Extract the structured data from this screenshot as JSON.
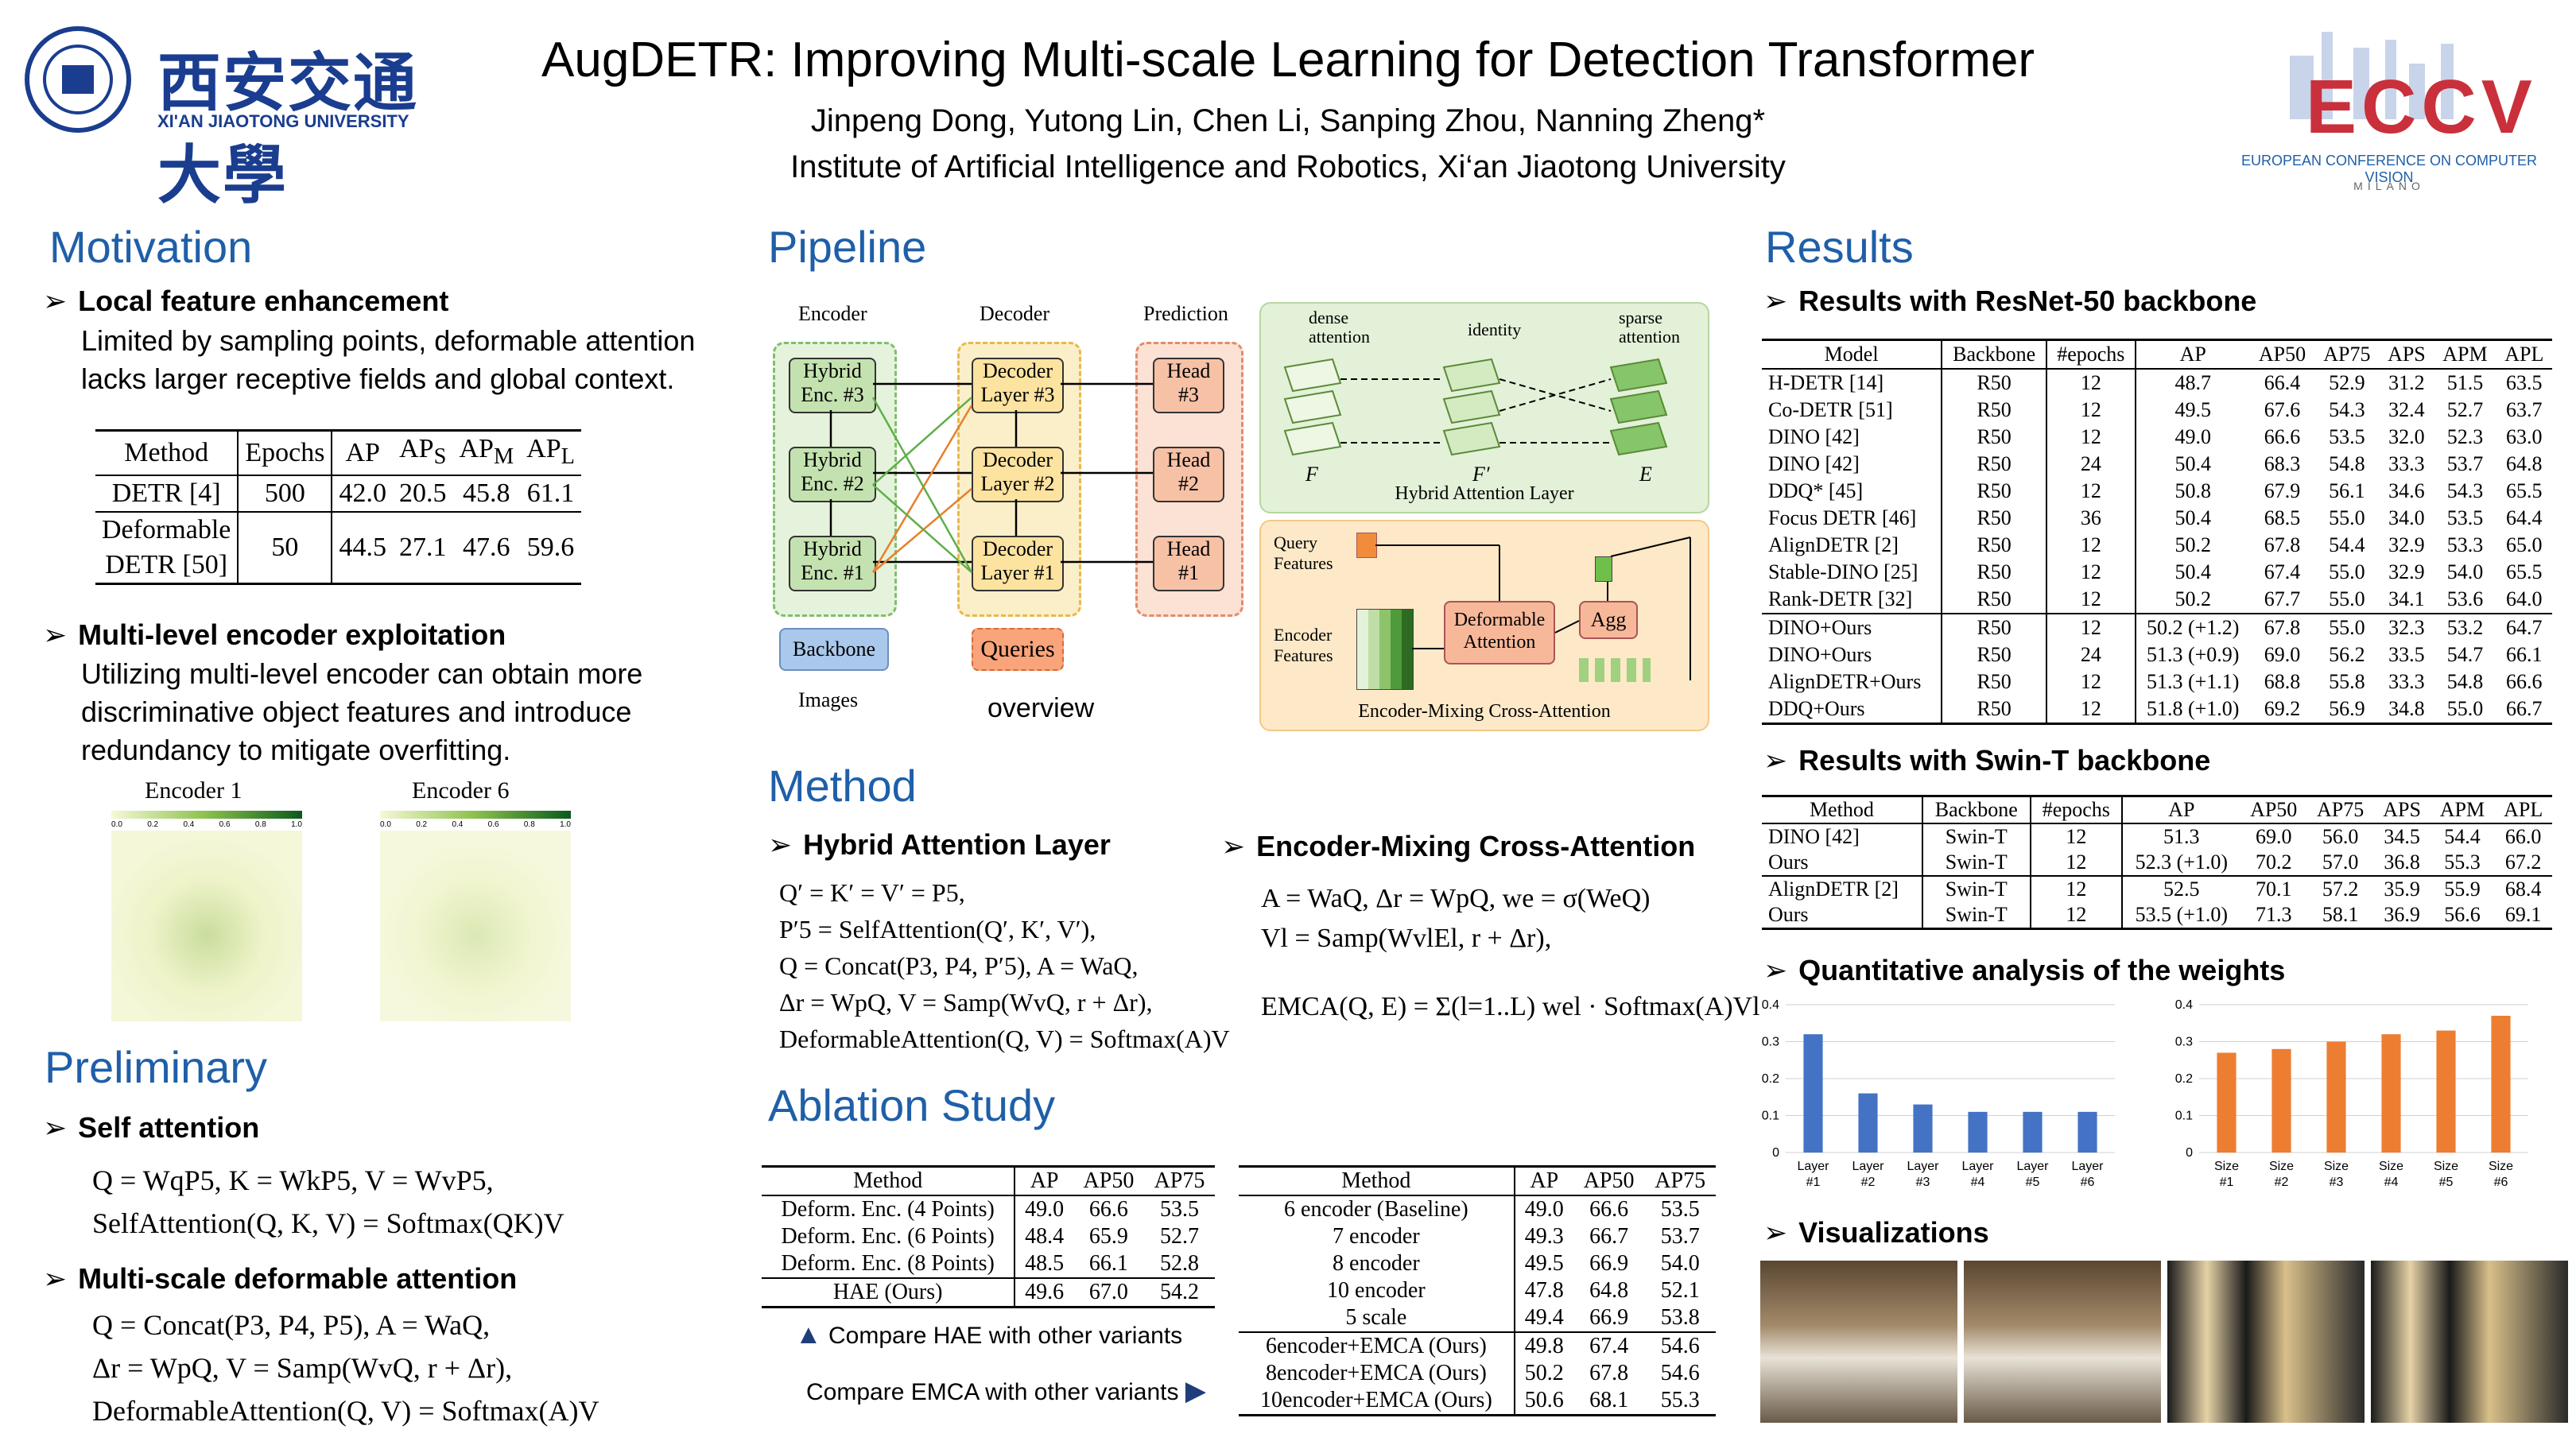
{
  "header": {
    "title": "AugDETR: Improving Multi-scale Learning for Detection Transformer",
    "authors": "Jinpeng Dong, Yutong Lin, Chen Li, Sanping Zhou, Nanning Zheng*",
    "affiliation": "Institute of Artificial Intelligence and Robotics, Xi‘an Jiaotong University",
    "university_cn": "西安交通大學",
    "university_en": "XI'AN JIAOTONG UNIVERSITY",
    "eccv_logo": "ECCV",
    "eccv_sub": "EUROPEAN CONFERENCE ON COMPUTER VISION",
    "eccv_city": "MILANO"
  },
  "motivation": {
    "title": "Motivation",
    "b1": "Local feature enhancement",
    "t1a": "Limited by sampling points, deformable attention",
    "t1b": "lacks larger receptive fields and global context.",
    "table": {
      "headers": [
        "Method",
        "Epochs",
        "AP",
        "AP",
        "AP",
        "AP"
      ],
      "subs": [
        "",
        "",
        "",
        "S",
        "M",
        "L"
      ],
      "r1": [
        "DETR [4]",
        "500",
        "42.0",
        "20.5",
        "45.8",
        "61.1"
      ],
      "r2a": "Deformable",
      "r2b": "DETR [50]",
      "r2": [
        "50",
        "44.5",
        "27.1",
        "47.6",
        "59.6"
      ]
    },
    "b2": "Multi-level encoder exploitation",
    "t2a": "Utilizing multi-level encoder can obtain more",
    "t2b": "discriminative object features and introduce",
    "t2c": "redundancy to mitigate overfitting.",
    "enc1": "Encoder 1",
    "enc6": "Encoder 6",
    "cbar": [
      "0.0",
      "0.2",
      "0.4",
      "0.6",
      "0.8",
      "1.0"
    ]
  },
  "preliminary": {
    "title": "Preliminary",
    "b1": "Self attention",
    "e1": "Q = WqP5, K = WkP5, V = WvP5,",
    "e2": "SelfAttention(Q, K, V) = Softmax(QK)V",
    "b2": "Multi-scale deformable attention",
    "e3": "Q = Concat(P3, P4, P5), A = WaQ,",
    "e4": "Δr = WpQ, V = Samp(WvQ, r + Δr),",
    "e5": "DeformableAttention(Q, V) = Softmax(A)V"
  },
  "pipeline": {
    "title": "Pipeline",
    "encoder": "Encoder",
    "decoder": "Decoder",
    "prediction": "Prediction",
    "hybrid": [
      "Hybrid",
      "Enc. #3",
      "Hybrid",
      "Enc. #2",
      "Hybrid",
      "Enc. #1"
    ],
    "dec": [
      "Decoder",
      "Layer #3",
      "Decoder",
      "Layer #2",
      "Decoder",
      "Layer #1"
    ],
    "head": [
      "Head",
      "#3",
      "Head",
      "#2",
      "Head",
      "#1"
    ],
    "backbone": "Backbone",
    "queries": "Queries",
    "images": "Images",
    "overview": "overview",
    "dense": "dense attention",
    "identity": "identity",
    "sparse": "sparse attention",
    "F": "F",
    "Fp": "F′",
    "E": "E",
    "hal": "Hybrid Attention Layer",
    "qf": "Query Features",
    "ef": "Encoder Features",
    "da": "Deformable Attention",
    "agg": "Agg",
    "emca": "Encoder-Mixing Cross-Attention"
  },
  "method": {
    "title": "Method",
    "b1": "Hybrid Attention Layer",
    "h1": "Q′ = K′ = V′ = P5,",
    "h2": "P′5 = SelfAttention(Q′, K′, V′),",
    "h3": "Q = Concat(P3, P4, P′5), A = WaQ,",
    "h4": "Δr = WpQ, V = Samp(WvQ, r + Δr),",
    "h5": "DeformableAttention(Q, V) = Softmax(A)V",
    "b2": "Encoder-Mixing Cross-Attention",
    "m1": "A = WaQ, Δr = WpQ, we = σ(WeQ)",
    "m2": "Vl = Samp(WvlEl, r + Δr),",
    "m3": "EMCA(Q, E) = Σ(l=1..L) wel · Softmax(A)Vl"
  },
  "ablation": {
    "title": "Ablation Study",
    "t1": {
      "headers": [
        "Method",
        "AP",
        "AP50",
        "AP75"
      ],
      "rows": [
        [
          "Deform. Enc. (4 Points)",
          "49.0",
          "66.6",
          "53.5"
        ],
        [
          "Deform. Enc. (6 Points)",
          "48.4",
          "65.9",
          "52.7"
        ],
        [
          "Deform. Enc. (8 Points)",
          "48.5",
          "66.1",
          "52.8"
        ],
        [
          "HAE (Ours)",
          "49.6",
          "67.0",
          "54.2"
        ]
      ]
    },
    "cap1": "Compare HAE with other variants",
    "cap2": "Compare EMCA with other variants",
    "t2": {
      "headers": [
        "Method",
        "AP",
        "AP50",
        "AP75"
      ],
      "rows": [
        [
          "6 encoder (Baseline)",
          "49.0",
          "66.6",
          "53.5"
        ],
        [
          "7 encoder",
          "49.3",
          "66.7",
          "53.7"
        ],
        [
          "8 encoder",
          "49.5",
          "66.9",
          "54.0"
        ],
        [
          "10 encoder",
          "47.8",
          "64.8",
          "52.1"
        ],
        [
          "5 scale",
          "49.4",
          "66.9",
          "53.8"
        ],
        [
          "6encoder+EMCA (Ours)",
          "49.8",
          "67.4",
          "54.6"
        ],
        [
          "8encoder+EMCA (Ours)",
          "50.2",
          "67.8",
          "54.6"
        ],
        [
          "10encoder+EMCA (Ours)",
          "50.6",
          "68.1",
          "55.3"
        ]
      ]
    }
  },
  "results": {
    "title": "Results",
    "b1": "Results with ResNet-50 backbone",
    "r50": {
      "headers": [
        "Model",
        "Backbone",
        "#epochs",
        "AP",
        "AP50",
        "AP75",
        "APS",
        "APM",
        "APL"
      ],
      "rows": [
        [
          "H-DETR [14]",
          "R50",
          "12",
          "48.7",
          "66.4",
          "52.9",
          "31.2",
          "51.5",
          "63.5"
        ],
        [
          "Co-DETR [51]",
          "R50",
          "12",
          "49.5",
          "67.6",
          "54.3",
          "32.4",
          "52.7",
          "63.7"
        ],
        [
          "DINO [42]",
          "R50",
          "12",
          "49.0",
          "66.6",
          "53.5",
          "32.0",
          "52.3",
          "63.0"
        ],
        [
          "DINO [42]",
          "R50",
          "24",
          "50.4",
          "68.3",
          "54.8",
          "33.3",
          "53.7",
          "64.8"
        ],
        [
          "DDQ* [45]",
          "R50",
          "12",
          "50.8",
          "67.9",
          "56.1",
          "34.6",
          "54.3",
          "65.5"
        ],
        [
          "Focus DETR [46]",
          "R50",
          "36",
          "50.4",
          "68.5",
          "55.0",
          "34.0",
          "53.5",
          "64.4"
        ],
        [
          "AlignDETR [2]",
          "R50",
          "12",
          "50.2",
          "67.8",
          "54.4",
          "32.9",
          "53.3",
          "65.0"
        ],
        [
          "Stable-DINO [25]",
          "R50",
          "12",
          "50.4",
          "67.4",
          "55.0",
          "32.9",
          "54.0",
          "65.5"
        ],
        [
          "Rank-DETR [32]",
          "R50",
          "12",
          "50.2",
          "67.7",
          "55.0",
          "34.1",
          "53.6",
          "64.0"
        ],
        [
          "DINO+Ours",
          "R50",
          "12",
          "50.2 (+1.2)",
          "67.8",
          "55.0",
          "32.3",
          "53.2",
          "64.7"
        ],
        [
          "DINO+Ours",
          "R50",
          "24",
          "51.3 (+0.9)",
          "69.0",
          "56.2",
          "33.5",
          "54.7",
          "66.1"
        ],
        [
          "AlignDETR+Ours",
          "R50",
          "12",
          "51.3 (+1.1)",
          "68.8",
          "55.8",
          "33.3",
          "54.8",
          "66.6"
        ],
        [
          "DDQ+Ours",
          "R50",
          "12",
          "51.8 (+1.0)",
          "69.2",
          "56.9",
          "34.8",
          "55.0",
          "66.7"
        ]
      ]
    },
    "b2": "Results with Swin-T backbone",
    "swin": {
      "headers": [
        "Method",
        "Backbone",
        "#epochs",
        "AP",
        "AP50",
        "AP75",
        "APS",
        "APM",
        "APL"
      ],
      "rows": [
        [
          "DINO [42]",
          "Swin-T",
          "12",
          "51.3",
          "69.0",
          "56.0",
          "34.5",
          "54.4",
          "66.0"
        ],
        [
          "Ours",
          "Swin-T",
          "12",
          "52.3 (+1.0)",
          "70.2",
          "57.0",
          "36.8",
          "55.3",
          "67.2"
        ],
        [
          "AlignDETR [2]",
          "Swin-T",
          "12",
          "52.5",
          "70.1",
          "57.2",
          "35.9",
          "55.9",
          "68.4"
        ],
        [
          "Ours",
          "Swin-T",
          "12",
          "53.5 (+1.0)",
          "71.3",
          "58.1",
          "36.9",
          "56.6",
          "69.1"
        ]
      ]
    },
    "b3": "Quantitative analysis of the weights",
    "b4": "Visualizations"
  },
  "chart_data": [
    {
      "type": "bar",
      "categories": [
        "Layer #1",
        "Layer #2",
        "Layer #3",
        "Layer #4",
        "Layer #5",
        "Layer #6"
      ],
      "values": [
        0.32,
        0.16,
        0.13,
        0.11,
        0.11,
        0.11
      ],
      "ylim": [
        0,
        0.4
      ],
      "yticks": [
        "0",
        "0.1",
        "0.2",
        "0.3",
        "0.4"
      ],
      "color": "#4472c4",
      "grid": true
    },
    {
      "type": "bar",
      "categories": [
        "Size #1",
        "Size #2",
        "Size #3",
        "Size #4",
        "Size #5",
        "Size #6"
      ],
      "values": [
        0.27,
        0.28,
        0.3,
        0.32,
        0.33,
        0.37
      ],
      "ylim": [
        0,
        0.4
      ],
      "yticks": [
        "0",
        "0.1",
        "0.2",
        "0.3",
        "0.4"
      ],
      "color": "#ed7d31",
      "grid": true
    }
  ]
}
